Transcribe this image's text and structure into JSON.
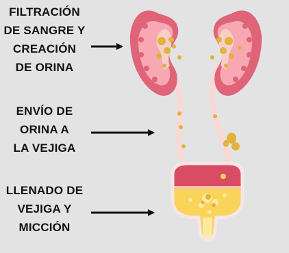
{
  "steps": [
    {
      "lines": [
        "FILTRACIÓN",
        "DE SANGRE Y",
        "CREACIÓN",
        "DE ORINA"
      ]
    },
    {
      "lines": [
        "ENVÍO DE",
        "ORINA A",
        "LA VEJIGA"
      ]
    },
    {
      "lines": [
        "LLENADO DE",
        "VEJIGA Y",
        "MICCIÓN"
      ]
    }
  ],
  "colors": {
    "background": "#e3e3e3",
    "kidney_outer": "#e06478",
    "kidney_inner": "#f7a8b2",
    "ureter": "#f8d9d6",
    "bladder_top": "#d84d63",
    "urine": "#f9d35a",
    "urine_light": "#fbe9a0",
    "stone": "#e0b33a"
  },
  "icons": [
    "right-arrow",
    "kidney",
    "ureter",
    "bladder"
  ]
}
